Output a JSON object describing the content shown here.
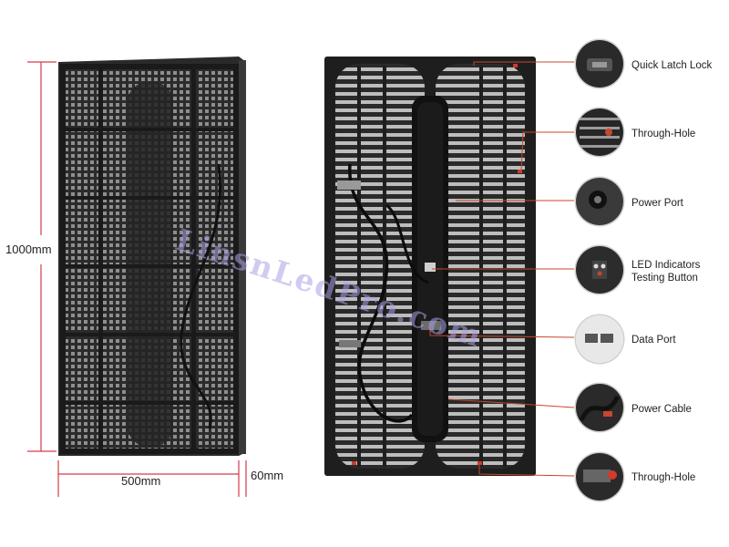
{
  "dimensions": {
    "height": "1000mm",
    "width": "500mm",
    "depth": "60mm"
  },
  "watermark": "LinsnLedPro.com",
  "callouts": [
    {
      "label": "Quick Latch Lock",
      "icon": "latch-lock-icon"
    },
    {
      "label": "Through-Hole",
      "icon": "through-hole-icon"
    },
    {
      "label": "Power Port",
      "icon": "power-port-icon"
    },
    {
      "label": "LED Indicators",
      "label2": "Testing Button",
      "icon": "led-indicator-icon"
    },
    {
      "label": "Data Port",
      "icon": "data-port-icon"
    },
    {
      "label": "Power Cable",
      "icon": "power-cable-icon"
    },
    {
      "label": "Through-Hole",
      "icon": "through-hole-icon"
    }
  ],
  "colors": {
    "dimension_line": "#d63a4a",
    "callout_line": "#c8462e",
    "panel": "#1e1e1e"
  }
}
